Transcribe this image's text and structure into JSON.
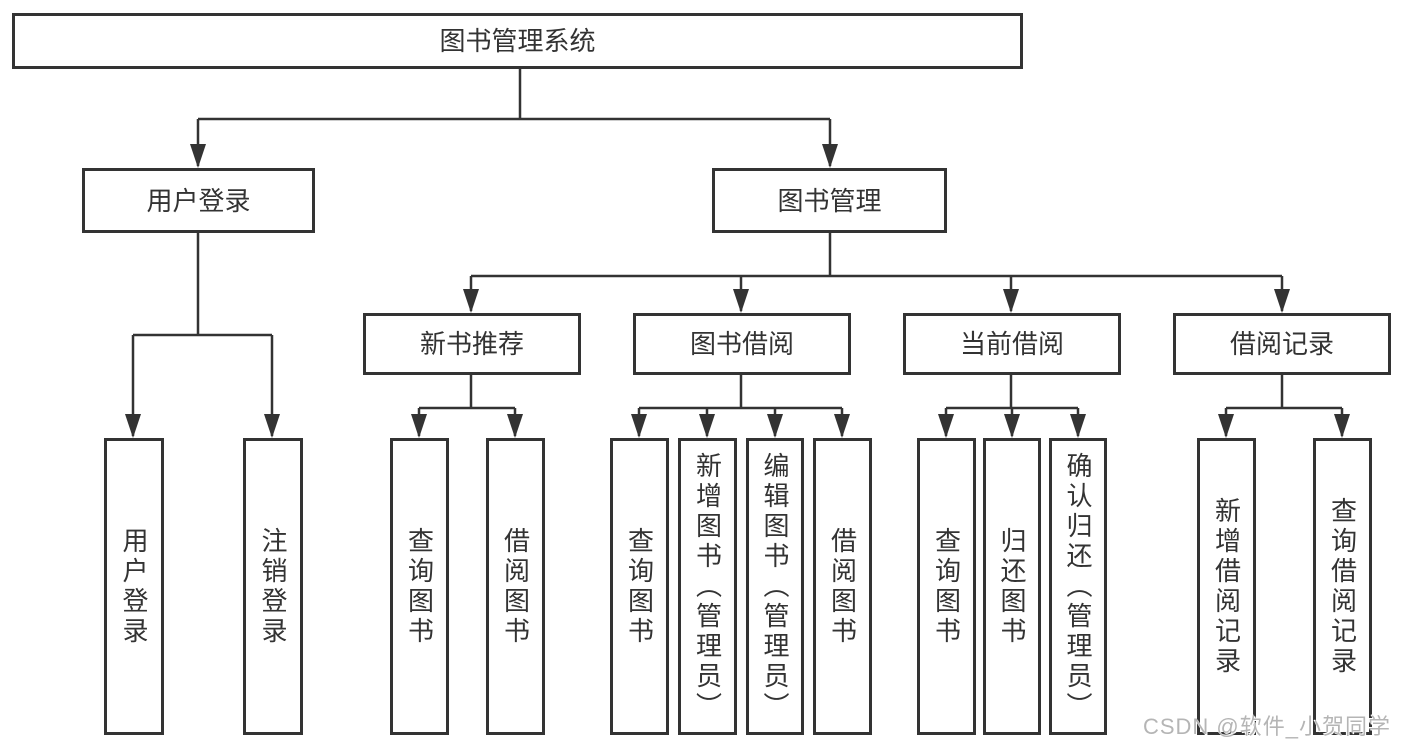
{
  "diagram": {
    "type": "tree-structure-chart",
    "background": "#ffffff",
    "line_color": "#333333",
    "text_color": "#333333",
    "watermark": {
      "text": "CSDN @软件_小贺同学",
      "color": "#b5b5b5"
    },
    "tree": {
      "label": "图书管理系统",
      "children": [
        {
          "label": "用户登录",
          "children": [
            {
              "label": "用户登录"
            },
            {
              "label": "注销登录"
            }
          ]
        },
        {
          "label": "图书管理",
          "children": [
            {
              "label": "新书推荐",
              "children": [
                {
                  "label": "查询图书"
                },
                {
                  "label": "借阅图书"
                }
              ]
            },
            {
              "label": "图书借阅",
              "children": [
                {
                  "label": "查询图书"
                },
                {
                  "label": "新增图书（管理员）"
                },
                {
                  "label": "编辑图书（管理员）"
                },
                {
                  "label": "借阅图书"
                }
              ]
            },
            {
              "label": "当前借阅",
              "children": [
                {
                  "label": "查询图书"
                },
                {
                  "label": "归还图书"
                },
                {
                  "label": "确认归还（管理员）"
                }
              ]
            },
            {
              "label": "借阅记录",
              "children": [
                {
                  "label": "新增借阅记录"
                },
                {
                  "label": "查询借阅记录"
                }
              ]
            }
          ]
        }
      ]
    }
  }
}
